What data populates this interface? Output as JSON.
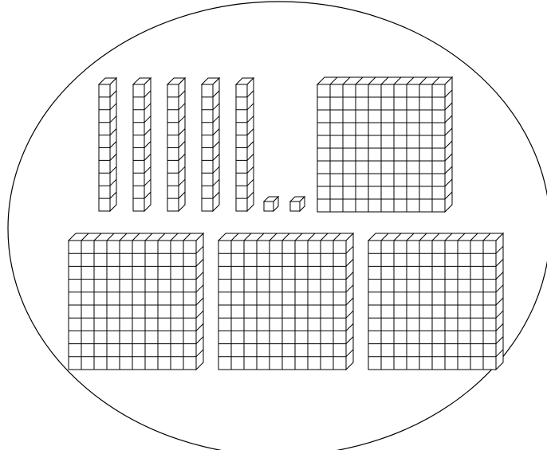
{
  "diagram": {
    "type": "base-ten-blocks",
    "hundreds": 4,
    "tens": 5,
    "ones": 2,
    "line_color": "#000000",
    "fill_color": "#ffffff"
  }
}
